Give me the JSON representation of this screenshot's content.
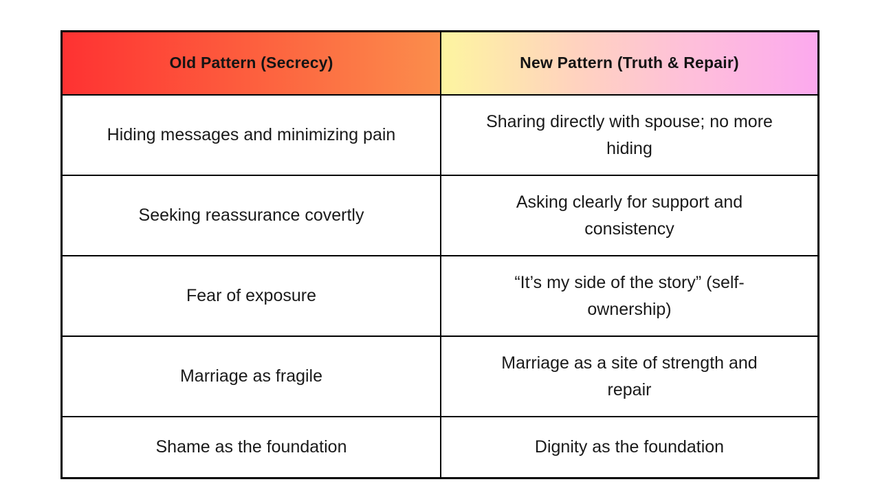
{
  "chart_data": {
    "type": "table",
    "columns": [
      "Old Pattern (Secrecy)",
      "New Pattern (Truth & Repair)"
    ],
    "rows": [
      [
        "Hiding messages and minimizing pain",
        "Sharing directly with spouse; no more hiding"
      ],
      [
        "Seeking reassurance covertly",
        "Asking clearly for support and consistency"
      ],
      [
        "Fear of exposure",
        "“It’s my side of the story” (self-ownership)"
      ],
      [
        "Marriage as fragile",
        "Marriage as a site of strength and repair"
      ],
      [
        "Shame as the foundation",
        "Dignity as the foundation"
      ]
    ],
    "layout_hints": {
      "columns_equal_width": true,
      "text_align": "center",
      "grid": "all-borders"
    }
  },
  "colors": {
    "old_header_gradient": [
      "#FE3232",
      "#FB8D4C"
    ],
    "new_header_gradient": [
      "#FDF5A0",
      "#FFD3BE",
      "#FEC0D9",
      "#FCA9EE"
    ],
    "border": "#000000",
    "cell_background": "#FFFFFF",
    "header_text": "#141414",
    "body_text": "#1A1A1A",
    "page_background": "#FFFFFF"
  }
}
